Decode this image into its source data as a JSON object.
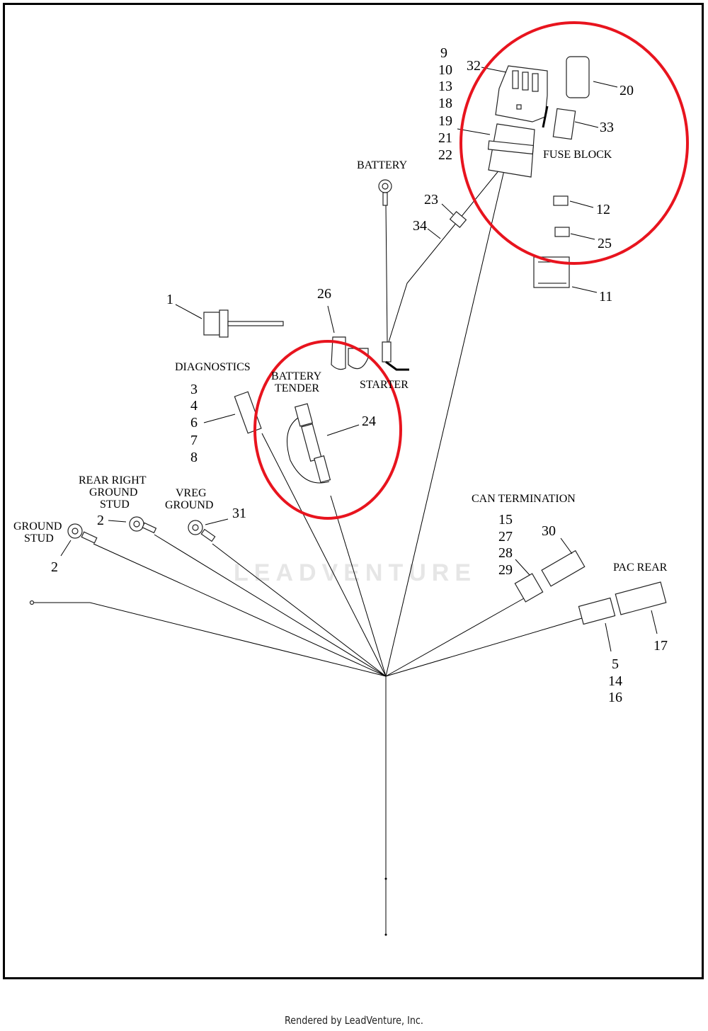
{
  "diagram": {
    "watermark": "LEADVENTURE",
    "labels": {
      "battery": "BATTERY",
      "fuse_block": "FUSE BLOCK",
      "diagnostics": "DIAGNOSTICS",
      "battery_tender": [
        "BATTERY",
        "TENDER"
      ],
      "starter": "STARTER",
      "rear_right_ground_stud": [
        "REAR RIGHT",
        "GROUND",
        "STUD"
      ],
      "vreg_ground": [
        "VREG",
        "GROUND"
      ],
      "ground_stud": [
        "GROUND",
        "STUD"
      ],
      "can_termination": "CAN TERMINATION",
      "pac_rear": "PAC REAR"
    },
    "callouts": {
      "fuse_block_group": [
        "9",
        "10",
        "13",
        "18",
        "19",
        "21",
        "22"
      ],
      "c32": "32",
      "c20": "20",
      "c33": "33",
      "c12": "12",
      "c25": "25",
      "c11": "11",
      "c23": "23",
      "c34": "34",
      "c1": "1",
      "c26": "26",
      "c24": "24",
      "diagnostics_group": [
        "3",
        "4",
        "6",
        "7",
        "8"
      ],
      "c2a": "2",
      "c2b": "2",
      "c31": "31",
      "can_group": [
        "15",
        "27",
        "28",
        "29"
      ],
      "c30": "30",
      "c17": "17",
      "pac_group": [
        "5",
        "14",
        "16"
      ]
    },
    "highlight_color": "#e8141e"
  },
  "footer": "Rendered by LeadVenture, Inc."
}
